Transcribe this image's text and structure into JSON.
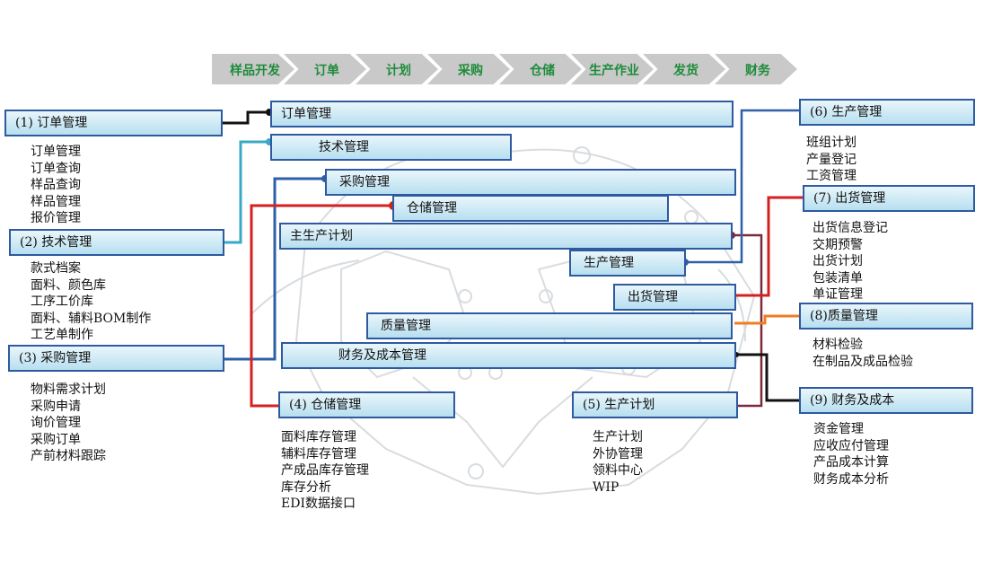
{
  "process_flow": [
    "样品开发",
    "订单",
    "计划",
    "采购",
    "仓储",
    "生产作业",
    "发货",
    "财务"
  ],
  "left_modules": [
    {
      "title": "(1) 订单管理",
      "items": [
        "订单管理",
        "订单查询",
        "样品查询",
        "样品管理",
        "报价管理"
      ]
    },
    {
      "title": "(2) 技术管理",
      "items": [
        "款式档案",
        "面料、颜色库",
        "工序工价库",
        "面料、辅料BOM制作",
        "工艺单制作"
      ]
    },
    {
      "title": "(3) 采购管理",
      "items": [
        "物料需求计划",
        "采购申请",
        "询价管理",
        "采购订单",
        "产前材料跟踪"
      ]
    }
  ],
  "bottom_modules": [
    {
      "title": "(4) 仓储管理",
      "items": [
        "面料库存管理",
        "辅料库存管理",
        "产成品库存管理",
        "库存分析",
        "EDI数据接口"
      ]
    },
    {
      "title": "(5) 生产计划",
      "items": [
        "生产计划",
        "外协管理",
        "领料中心",
        "WIP"
      ]
    }
  ],
  "right_modules": [
    {
      "title": "(6) 生产管理",
      "items": [
        "班组计划",
        "产量登记",
        "工资管理"
      ]
    },
    {
      "title": "(7) 出货管理",
      "items": [
        "出货信息登记",
        "交期预警",
        "出货计划",
        "包装清单",
        "单证管理"
      ]
    },
    {
      "title": "(8)质量管理",
      "items": [
        "材料检验",
        "在制品及成品检验"
      ]
    },
    {
      "title": "(9) 财务及成本",
      "items": [
        "资金管理",
        "应收应付管理",
        "产品成本计算",
        "财务成本分析"
      ]
    }
  ],
  "center_boxes": [
    "订单管理",
    "技术管理",
    "采购管理",
    "仓储管理",
    "主生产计划",
    "生产管理",
    "出货管理",
    "质量管理",
    "财务及成本管理"
  ],
  "colors": {
    "box_border": "#2e5aa0",
    "flow_text": "#1e8c3a",
    "line_order": "#111111",
    "line_tech": "#39a9c6",
    "line_purchase": "#2f5fa8",
    "line_storage": "#d42020",
    "line_plan": "#7a2a3a",
    "line_quality": "#ef7d22",
    "line_finance": "#111111"
  }
}
